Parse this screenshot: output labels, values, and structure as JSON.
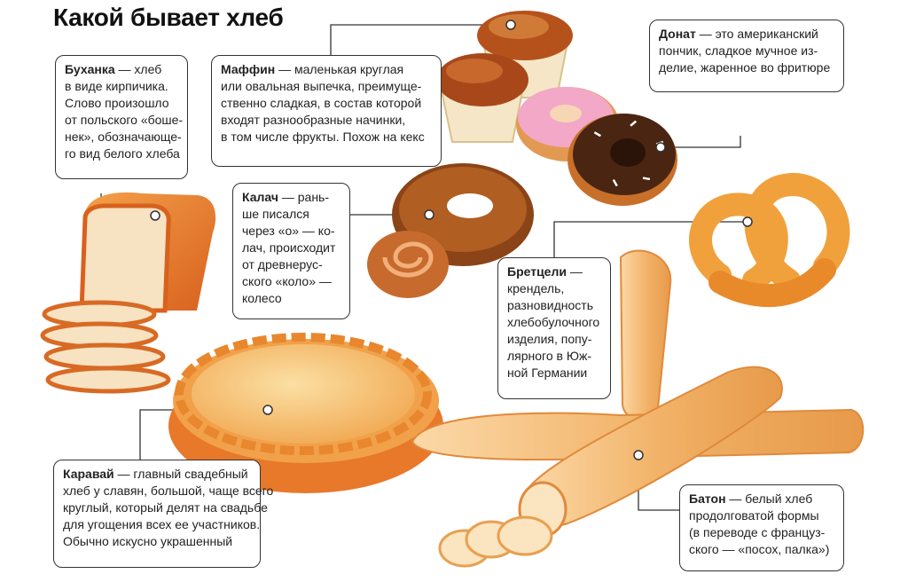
{
  "title": "Какой бывает хлеб",
  "boxes": {
    "buhanka": {
      "name": "Буханка",
      "lines": [
        "— хлеб",
        "в виде кирпичика.",
        "Слово произошло",
        "от польского «боше-",
        "нек», обозначающе-",
        "го вид белого хлеба"
      ]
    },
    "maffin": {
      "name": "Маффин",
      "lines": [
        "— маленькая круглая",
        "или овальная выпечка, преимуще-",
        "ственно сладкая, в состав которой",
        "входят разнообразные начинки,",
        "в том числе фрукты. Похож на кекс"
      ]
    },
    "donat": {
      "name": "Донат",
      "lines": [
        "— это американский",
        "пончик, сладкое мучное из-",
        "делие, жаренное во фритюре"
      ]
    },
    "kalach": {
      "name": "Калач",
      "lines": [
        "— рань-",
        "ше писался",
        "через «о» — ко-",
        "лач, происходит",
        "от древнерус-",
        "ского «коло» —",
        "колесо"
      ]
    },
    "bretzeli": {
      "name": "Брет­цели",
      "lines": [
        "—",
        "крендель,",
        "разновидность",
        "хлебобулочного",
        "изделия, попу-",
        "лярного в Юж-",
        "ной Германии"
      ]
    },
    "karavai": {
      "name": "Каравай",
      "lines": [
        "— главный свадебный",
        "хлеб у славян, большой, чаще всего",
        "круглый, который делят на свадьбе",
        "для угощения всех ее участников.",
        "Обычно искусно украшенный"
      ]
    },
    "baton": {
      "name": "Батон",
      "lines": [
        "— белый хлеб",
        "продолговатой формы",
        "(в переводе с француз-",
        "ского — «посох, палка»)"
      ]
    }
  },
  "colors": {
    "bread_orange": "#e8782a",
    "crust_dark": "#c8571a",
    "crumb": "#f7e2c2",
    "chocolate": "#4a2512",
    "pink_glaze": "#f3a8c8",
    "muffin_top": "#b5521c",
    "liner": "#f4e6c6"
  }
}
